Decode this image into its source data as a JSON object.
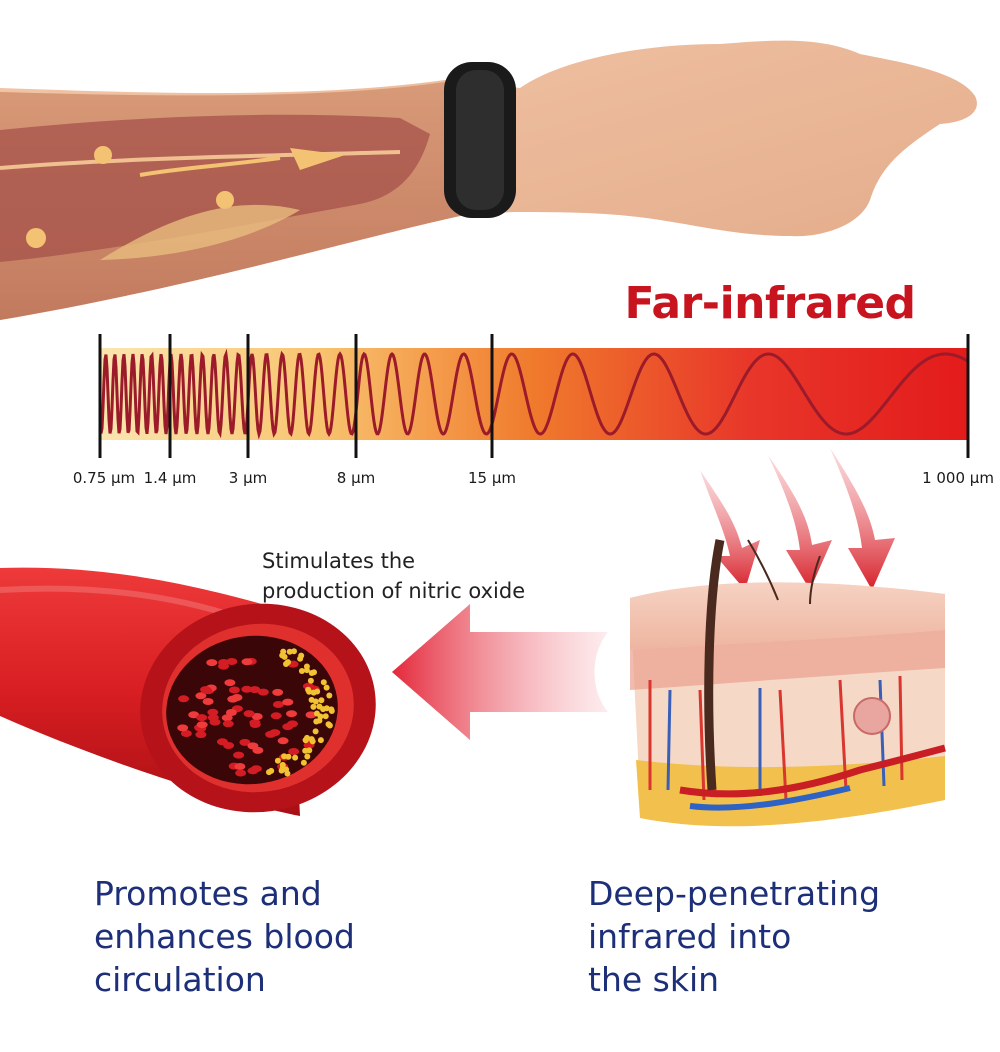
{
  "heading": "Far-infrared",
  "wavelength_scale": {
    "ticks": [
      {
        "label": "0.75 μm",
        "value_um": 0.75
      },
      {
        "label": "1.4 μm",
        "value_um": 1.4
      },
      {
        "label": "3 μm",
        "value_um": 3
      },
      {
        "label": "8 μm",
        "value_um": 8
      },
      {
        "label": "15 μm",
        "value_um": 15
      },
      {
        "label": "1 000 μm",
        "value_um": 1000
      }
    ]
  },
  "note": {
    "line1": "Stimulates the",
    "line2": "production of nitric oxide"
  },
  "captions": {
    "left": [
      "Promotes and",
      "enhances blood",
      "circulation"
    ],
    "right": [
      "Deep-penetrating",
      "infrared into",
      "the skin"
    ]
  },
  "colors": {
    "heading": "#c8141e",
    "caption": "#1c2f78",
    "wave": "#9b1b2a",
    "spectrum_start": "#fbe3a6",
    "spectrum_end": "#e31b1b"
  }
}
